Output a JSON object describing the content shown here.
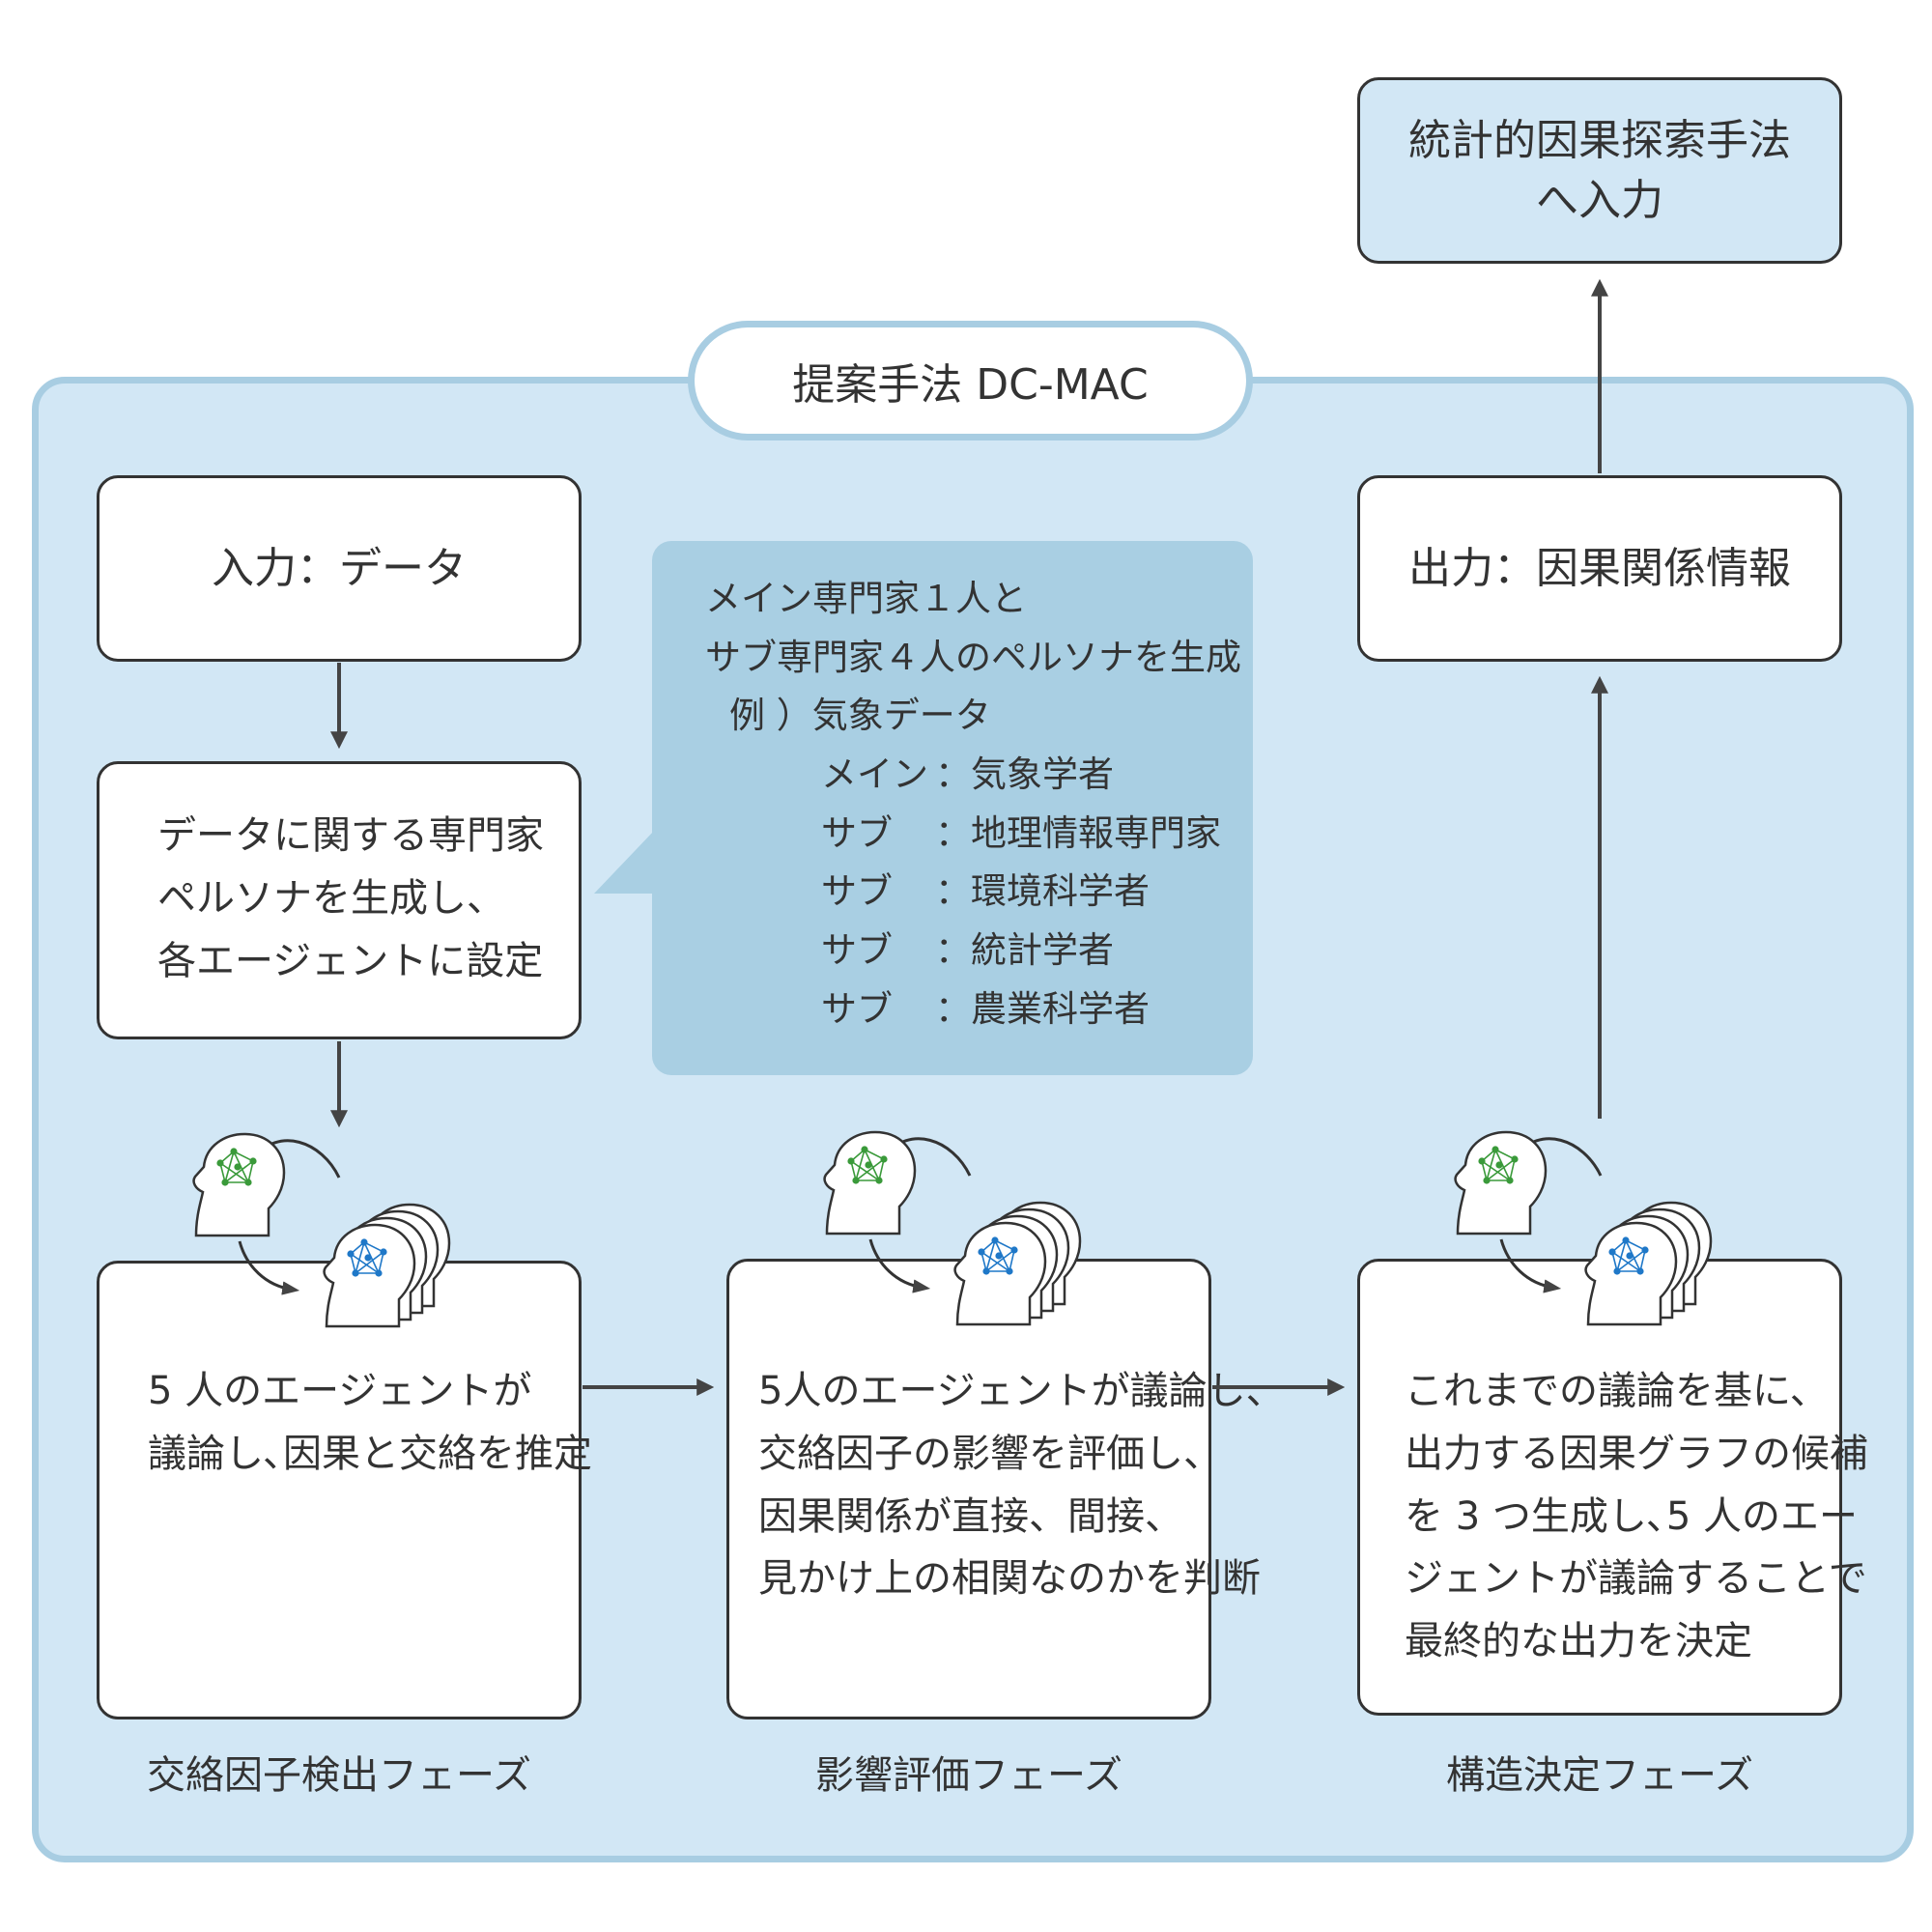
{
  "panel_title": "提案手法 DC-MAC",
  "output_target": [
    "統計的因果探索手法",
    "へ入力"
  ],
  "input_box": "入力：データ",
  "persona_box": [
    "データに関する専門家",
    "ペルソナを生成し、",
    "各エージェントに設定"
  ],
  "callout": {
    "line1": "メイン専門家１人と",
    "line2": "サブ専門家４人のペルソナを生成",
    "example": "例 ）気象データ",
    "roles": [
      {
        "role": "メイン",
        "expert": "：気象学者"
      },
      {
        "role": "サブ",
        "expert": "：地理情報専門家"
      },
      {
        "role": "サブ",
        "expert": "：環境科学者"
      },
      {
        "role": "サブ",
        "expert": "：統計学者"
      },
      {
        "role": "サブ",
        "expert": "：農業科学者"
      }
    ]
  },
  "output_box": "出力：因果関係情報",
  "phases": [
    {
      "label": "交絡因子検出フェーズ",
      "lines": [
        "5 人のエージェントが",
        "議論し､因果と交絡を推定"
      ]
    },
    {
      "label": "影響評価フェーズ",
      "lines": [
        "5人のエージェントが議論し、",
        "交絡因子の影響を評価し、",
        "因果関係が直接、間接、",
        "見かけ上の相関なのかを判断"
      ]
    },
    {
      "label": "構造決定フェーズ",
      "lines": [
        "これまでの議論を基に、",
        "出力する因果グラフの候補",
        "を 3 つ生成し､5 人のエー",
        "ジェントが議論することで",
        "最終的な出力を決定"
      ]
    }
  ],
  "icons": [
    "main-expert-head-icon",
    "sub-expert-heads-icon",
    "discussion-cycle-arrow-icon"
  ],
  "colors": {
    "panel": "#d2e7f5",
    "panel_border": "#a8cde2",
    "callout": "#a9cfe3",
    "main_network": "#3a9a3a",
    "sub_network": "#1f78c8",
    "arrow": "#444444"
  }
}
